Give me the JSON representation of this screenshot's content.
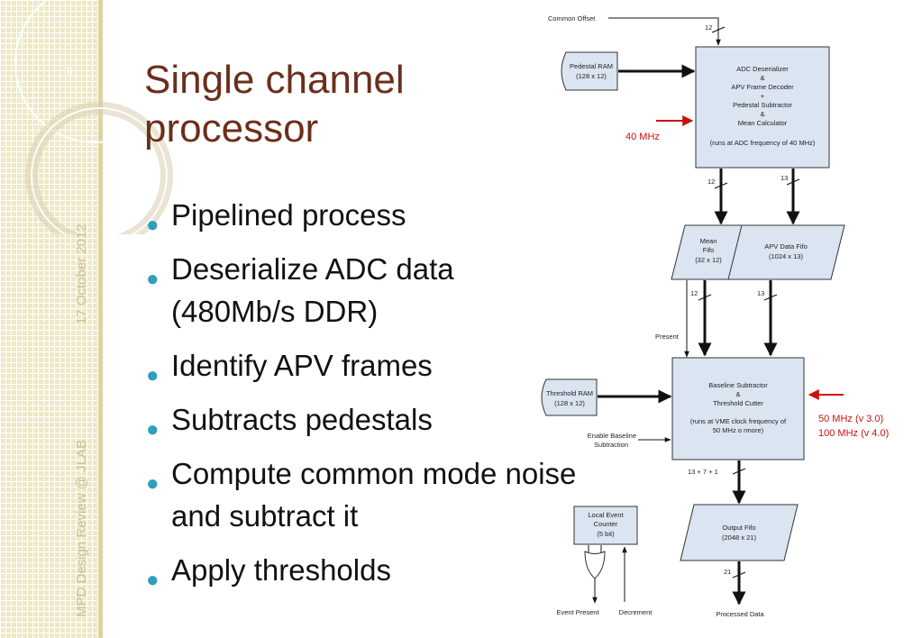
{
  "slide": {
    "number": "8",
    "title_line1": "Single channel",
    "title_line2": "processor",
    "date": "17 October 2012",
    "footer": "MPD Design Review @ JLAB"
  },
  "bullets": [
    {
      "text": "Pipelined process"
    },
    {
      "text": "Deserialize ADC data",
      "line2": "(480Mb/s DDR)"
    },
    {
      "text": "Identify APV frames"
    },
    {
      "text": "Subtracts pedestals"
    },
    {
      "text": "Compute common mode noise",
      "line2": "and subtract it"
    },
    {
      "text": "Apply thresholds"
    }
  ],
  "diagram": {
    "common_offset": "Common Offset",
    "bus_common_offset": "12",
    "pedestal_ram": {
      "line1": "Pedestal RAM",
      "line2": "(128 x 12)"
    },
    "adc_block": {
      "l1": "ADC Deserializer",
      "l2": "&",
      "l3": "APV Frame Decoder",
      "l4": "+",
      "l5": "Pedestal Subtractor",
      "l6": "&",
      "l7": "Mean Calculator",
      "l8": "(runs at ADC frequency of 40 MHz)"
    },
    "clock_40": "40 MHz",
    "bus_adc_mean": "12",
    "bus_adc_apv": "13",
    "mean_fifo": {
      "l1": "Mean",
      "l2": "Fifo",
      "l3": "(32 x 12)"
    },
    "apv_fifo": {
      "l1": "APV Data Fifo",
      "l2": "(1024 x 13)"
    },
    "bus_mean_out": "12",
    "bus_apv_out": "13",
    "present": "Present",
    "threshold_ram": {
      "line1": "Threshold RAM",
      "line2": "(128 x 12)"
    },
    "baseline_block": {
      "l1": "Baseline Subtractor",
      "l2": "&",
      "l3": "Threshold Cutter",
      "l4": "(runs at VME clock frequency of",
      "l5": "50 MHz o rmore)"
    },
    "enable_baseline": {
      "l1": "Enable Baseline",
      "l2": "Subtraction"
    },
    "clock_50": "50 MHz (v 3.0)",
    "clock_100": "100 MHz (v 4.0)",
    "bus_baseline_out": "13 + 7 + 1",
    "output_fifo": {
      "l1": "Output Fifo",
      "l2": "(2048 x 21)"
    },
    "bus_output": "21",
    "processed_data": "Processed Data",
    "event_counter": {
      "l1": "Local Event",
      "l2": "Counter",
      "l3": "(5 bit)"
    },
    "event_present": "Event Present",
    "decrement": "Decrement"
  },
  "colors": {
    "title": "#6b2f1b",
    "bullet_dot": "#2f9fbd",
    "block_fill": "#dbe4f1",
    "clock_arrow": "#cc1111"
  }
}
